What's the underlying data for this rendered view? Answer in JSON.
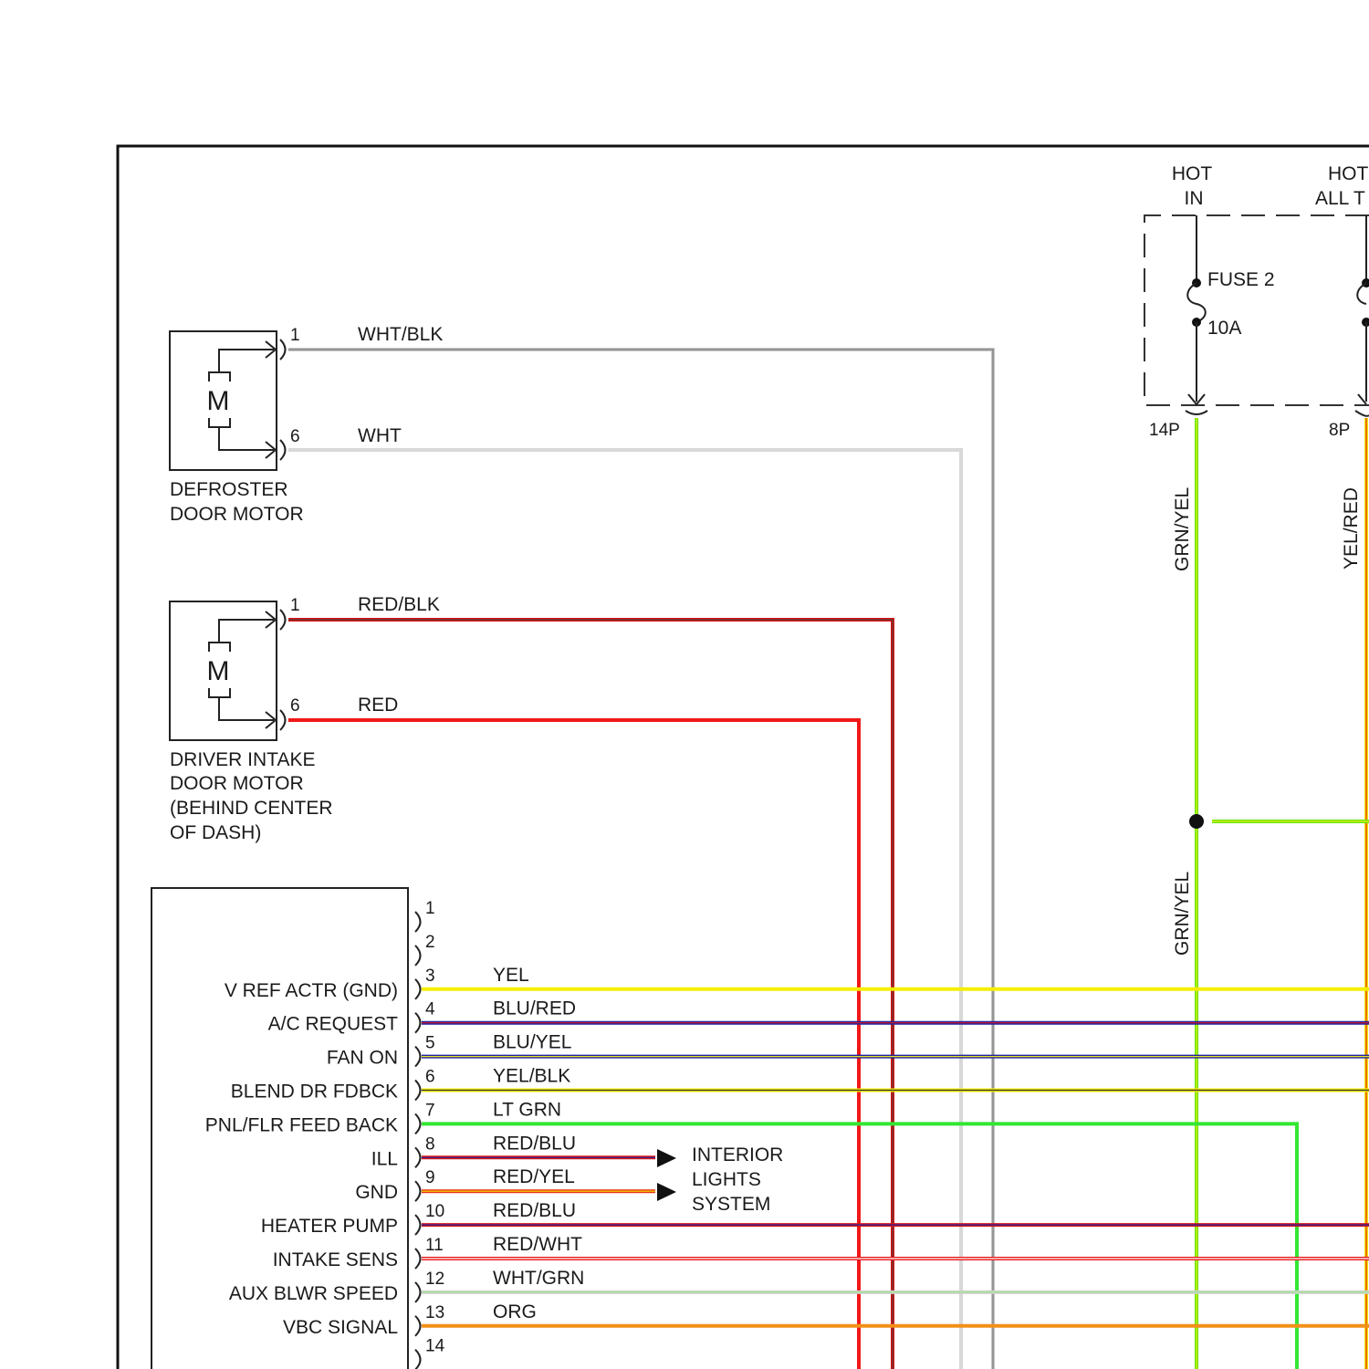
{
  "colors": {
    "wht_blk": "#c4c4c4",
    "wht": "#d8d8d8",
    "red_blk_main": "#e01010",
    "red_blk_stripe": "#444444",
    "red": "#f01818",
    "grn_yel_main": "#66e600",
    "grn_yel_stripe": "#e8ee20",
    "yel_red_main": "#f2e600",
    "yel_red_stripe": "#e83010",
    "yel": "#f5ee00",
    "blu_red_main": "#2020a0",
    "blu_red_stripe": "#d81818",
    "blu_yel_main": "#2020a0",
    "blu_yel_stripe": "#e8e820",
    "yel_blk_main": "#f2ea00",
    "yel_blk_stripe": "#333333",
    "lt_grn": "#33e633",
    "red_blu_main": "#d81818",
    "red_blu_stripe": "#2020a0",
    "red_yel_main": "#e83010",
    "red_yel_stripe": "#f2e000",
    "red_wht_main": "#e81818",
    "red_wht_stripe": "#ffffff",
    "wht_grn_main": "#d0d0d0",
    "wht_grn_stripe": "#9ce68c",
    "org": "#f29018"
  },
  "power": {
    "hot_in_line1": "HOT",
    "hot_in_line2": "IN",
    "hot_all_line1": "HOT",
    "hot_all_line2": "ALL T",
    "fuse_name": "FUSE 2",
    "fuse_rating": "10A",
    "connector_14p": "14P",
    "connector_8p": "8P",
    "wire_grn_yel_upper": "GRN/YEL",
    "wire_yel_red": "YEL/RED",
    "wire_grn_yel_lower": "GRN/YEL"
  },
  "defroster_motor": {
    "symbol": "M",
    "name_line1": "DEFROSTER",
    "name_line2": "DOOR MOTOR",
    "pins": [
      {
        "num": "1",
        "wire": "WHT/BLK"
      },
      {
        "num": "6",
        "wire": "WHT"
      }
    ]
  },
  "driver_intake_motor": {
    "symbol": "M",
    "name_line1": "DRIVER INTAKE",
    "name_line2": "DOOR MOTOR",
    "name_line3": "(BEHIND CENTER",
    "name_line4": "OF DASH)",
    "pins": [
      {
        "num": "1",
        "wire": "RED/BLK"
      },
      {
        "num": "6",
        "wire": "RED"
      }
    ]
  },
  "control_module": {
    "pins": [
      {
        "num": "1",
        "label": "",
        "wire": ""
      },
      {
        "num": "2",
        "label": "",
        "wire": ""
      },
      {
        "num": "3",
        "label": "V REF ACTR (GND)",
        "wire": "YEL"
      },
      {
        "num": "4",
        "label": "A/C REQUEST",
        "wire": "BLU/RED"
      },
      {
        "num": "5",
        "label": "FAN ON",
        "wire": "BLU/YEL"
      },
      {
        "num": "6",
        "label": "BLEND DR FDBCK",
        "wire": "YEL/BLK"
      },
      {
        "num": "7",
        "label": "PNL/FLR FEED BACK",
        "wire": "LT GRN"
      },
      {
        "num": "8",
        "label": "ILL",
        "wire": "RED/BLU"
      },
      {
        "num": "9",
        "label": "GND",
        "wire": "RED/YEL"
      },
      {
        "num": "10",
        "label": "HEATER PUMP",
        "wire": "RED/BLU"
      },
      {
        "num": "11",
        "label": "INTAKE SENS",
        "wire": "RED/WHT"
      },
      {
        "num": "12",
        "label": "AUX BLWR SPEED",
        "wire": "WHT/GRN"
      },
      {
        "num": "13",
        "label": "VBC SIGNAL",
        "wire": "ORG"
      },
      {
        "num": "14",
        "label": "",
        "wire": ""
      }
    ]
  },
  "interior_lights": {
    "line1": "INTERIOR",
    "line2": "LIGHTS",
    "line3": "SYSTEM"
  }
}
